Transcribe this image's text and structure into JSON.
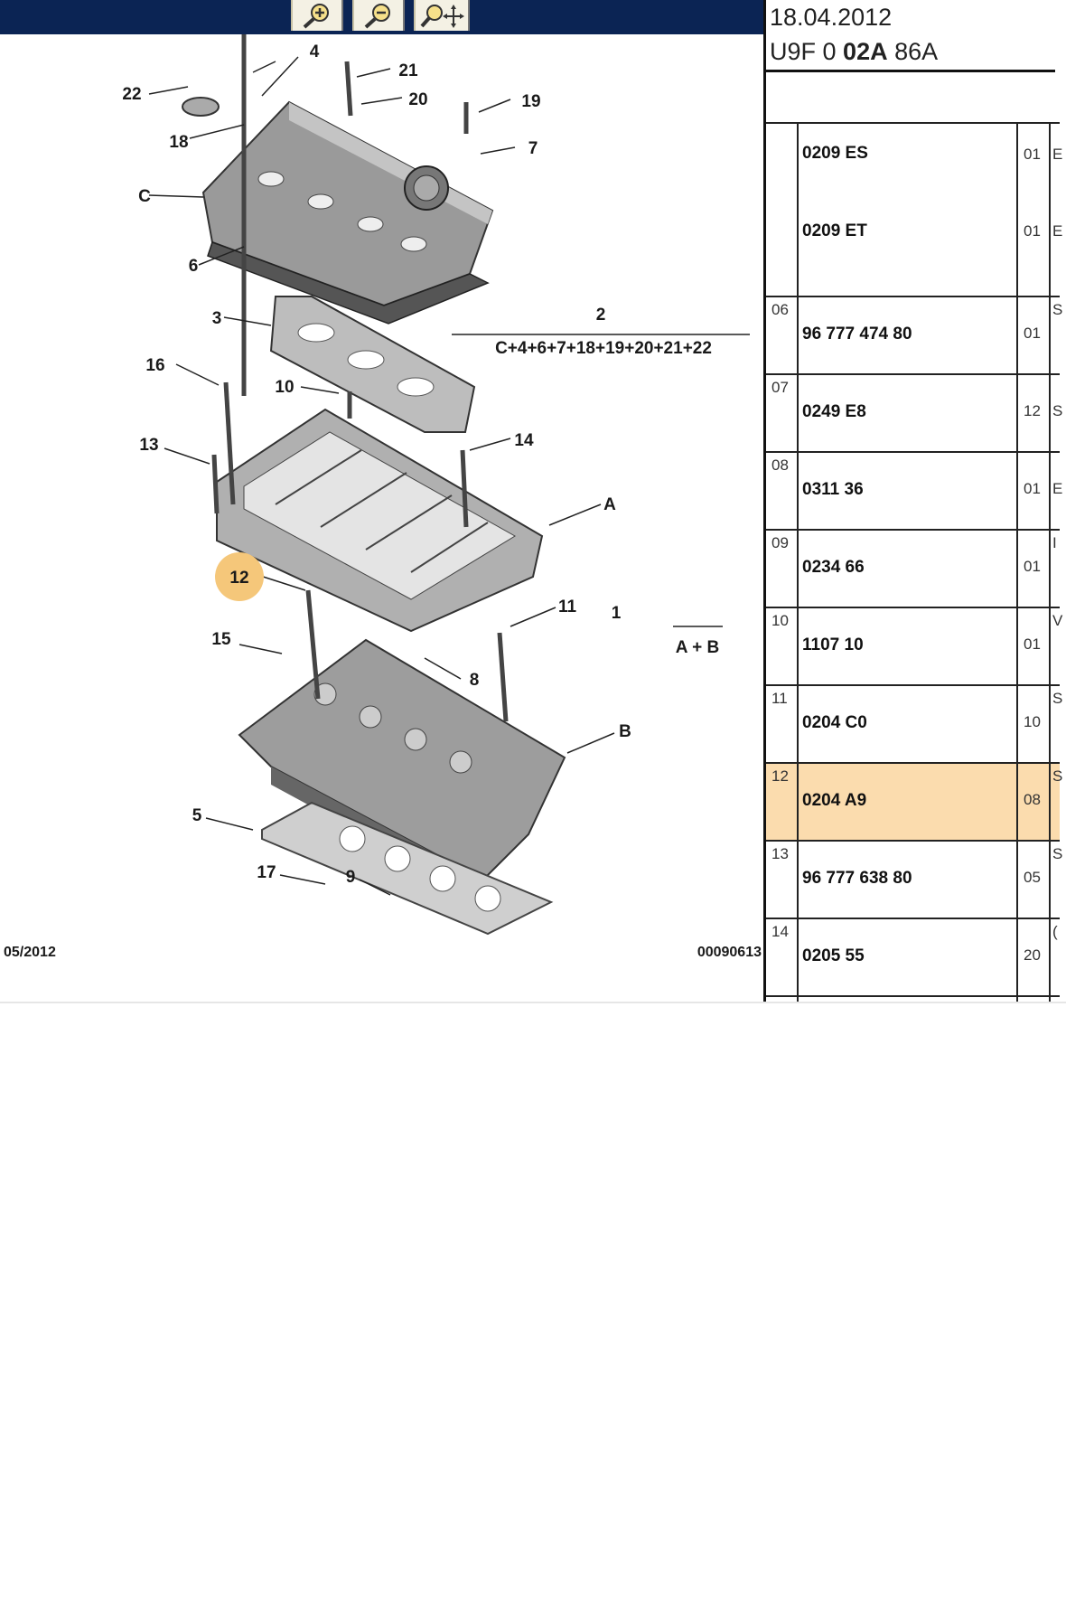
{
  "toolbar": {
    "buttons": [
      {
        "name": "zoom-in-button",
        "icon": "zoom-in-icon"
      },
      {
        "name": "zoom-out-button",
        "icon": "zoom-out-icon"
      },
      {
        "name": "pan-zoom-button",
        "icon": "pan-icon"
      }
    ]
  },
  "diagram": {
    "callouts": [
      "1",
      "2",
      "3",
      "4",
      "5",
      "6",
      "7",
      "8",
      "9",
      "10",
      "11",
      "12",
      "13",
      "14",
      "15",
      "16",
      "17",
      "18",
      "19",
      "20",
      "21",
      "22",
      "A",
      "B",
      "C"
    ],
    "group_2_formula": "C+4+6+7+18+19+20+21+22",
    "group_1_formula": "A + B",
    "highlighted_callout": "12",
    "footer_left": "05/2012",
    "footer_right": "00090613"
  },
  "meta": {
    "date": "18.04.2012",
    "code_prefix": "U9F 0",
    "code_bold": "02A",
    "code_suffix": "86A"
  },
  "parts": [
    {
      "idx": "",
      "refs": [
        "0209 ES",
        "0209 ET"
      ],
      "qty": [
        "01",
        "01"
      ],
      "end": [
        "E",
        "E"
      ]
    },
    {
      "idx": "06",
      "refs": [
        "96 777 474 80"
      ],
      "qty": [
        "01"
      ],
      "end": [
        "S"
      ]
    },
    {
      "idx": "07",
      "refs": [
        "0249 E8"
      ],
      "qty": [
        "12"
      ],
      "end": [
        "S"
      ]
    },
    {
      "idx": "08",
      "refs": [
        "0311 36"
      ],
      "qty": [
        "01"
      ],
      "end": [
        "E"
      ]
    },
    {
      "idx": "09",
      "refs": [
        "0234 66"
      ],
      "qty": [
        "01"
      ],
      "end": [
        "I"
      ]
    },
    {
      "idx": "10",
      "refs": [
        "1107 10"
      ],
      "qty": [
        "01"
      ],
      "end": [
        "V"
      ]
    },
    {
      "idx": "11",
      "refs": [
        "0204 C0"
      ],
      "qty": [
        "10"
      ],
      "end": [
        "S"
      ]
    },
    {
      "idx": "12",
      "refs": [
        "0204 A9"
      ],
      "qty": [
        "08"
      ],
      "end": [
        "S"
      ],
      "highlight": true
    },
    {
      "idx": "13",
      "refs": [
        "96 777 638 80"
      ],
      "qty": [
        "05"
      ],
      "end": [
        "S"
      ]
    },
    {
      "idx": "14",
      "refs": [
        "0205 55"
      ],
      "qty": [
        "20"
      ],
      "end": [
        "("
      ]
    }
  ],
  "colors": {
    "toolbar_bg": "#0b2454",
    "highlight": "#fbdcae",
    "callout_marker": "#f5c77a"
  }
}
